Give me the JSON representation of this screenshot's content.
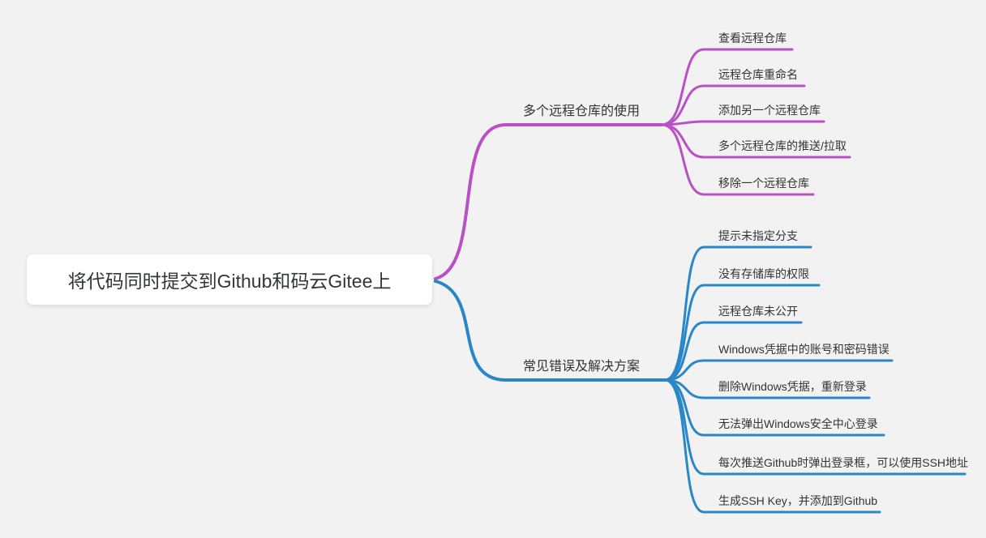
{
  "root": {
    "label": "将代码同时提交到Github和码云Gitee上"
  },
  "branches": [
    {
      "label": "多个远程仓库的使用",
      "color": "#ba50c5",
      "children": [
        {
          "label": "查看远程仓库"
        },
        {
          "label": "远程仓库重命名"
        },
        {
          "label": "添加另一个远程仓库"
        },
        {
          "label": "多个远程仓库的推送/拉取"
        },
        {
          "label": "移除一个远程仓库"
        }
      ]
    },
    {
      "label": "常见错误及解决方案",
      "color": "#2987c7",
      "children": [
        {
          "label": "提示未指定分支"
        },
        {
          "label": "没有存储库的权限"
        },
        {
          "label": "远程仓库未公开"
        },
        {
          "label": "Windows凭据中的账号和密码错误"
        },
        {
          "label": "删除Windows凭据，重新登录"
        },
        {
          "label": "无法弹出Windows安全中心登录"
        },
        {
          "label": "每次推送Github时弹出登录框，可以使用SSH地址"
        },
        {
          "label": "生成SSH Key，并添加到Github"
        }
      ]
    }
  ],
  "colors": {
    "background": "#f2f2f2",
    "root_background": "#ffffff",
    "text": "#333333"
  }
}
